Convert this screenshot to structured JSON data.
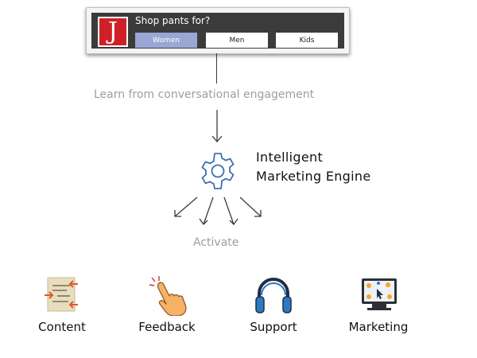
{
  "widget": {
    "logo_letter": "J",
    "title": "Shop pants for?",
    "options": [
      {
        "label": "Women",
        "selected": true
      },
      {
        "label": "Men",
        "selected": false
      },
      {
        "label": "Kids",
        "selected": false
      }
    ]
  },
  "flow": {
    "learn_text": "Learn from conversational engagement",
    "engine_title_line1": "Intelligent",
    "engine_title_line2": "Marketing Engine",
    "activate_text": "Activate"
  },
  "channels": [
    {
      "label": "Content",
      "icon": "content-icon"
    },
    {
      "label": "Feedback",
      "icon": "tap-hand-icon"
    },
    {
      "label": "Support",
      "icon": "headphones-icon"
    },
    {
      "label": "Marketing",
      "icon": "monitor-dashboard-icon"
    }
  ],
  "colors": {
    "brand_red": "#d02027",
    "selected_option": "#9aa7d4",
    "gear_blue": "#3f6fb0",
    "muted_text": "#9e9e9e"
  }
}
